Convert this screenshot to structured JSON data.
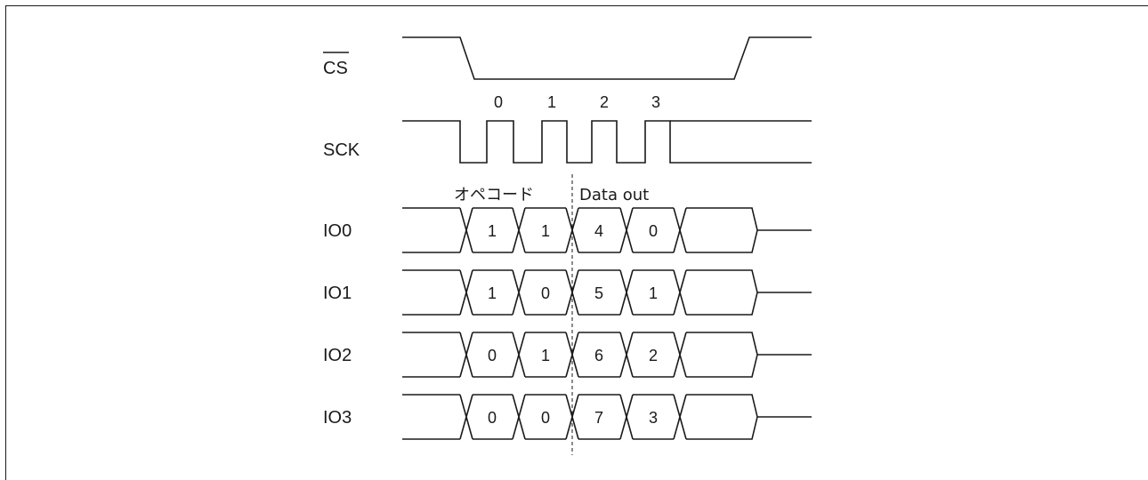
{
  "signals": {
    "cs": "CS",
    "sck": "SCK",
    "io": [
      "IO0",
      "IO1",
      "IO2",
      "IO3"
    ]
  },
  "clock_numbers": [
    "0",
    "1",
    "2",
    "3"
  ],
  "annotations": {
    "opcode": "オペコード",
    "data_out": "Data out"
  },
  "io_values": [
    [
      "1",
      "1",
      "4",
      "0"
    ],
    [
      "1",
      "0",
      "5",
      "1"
    ],
    [
      "0",
      "1",
      "6",
      "2"
    ],
    [
      "0",
      "0",
      "7",
      "3"
    ]
  ]
}
